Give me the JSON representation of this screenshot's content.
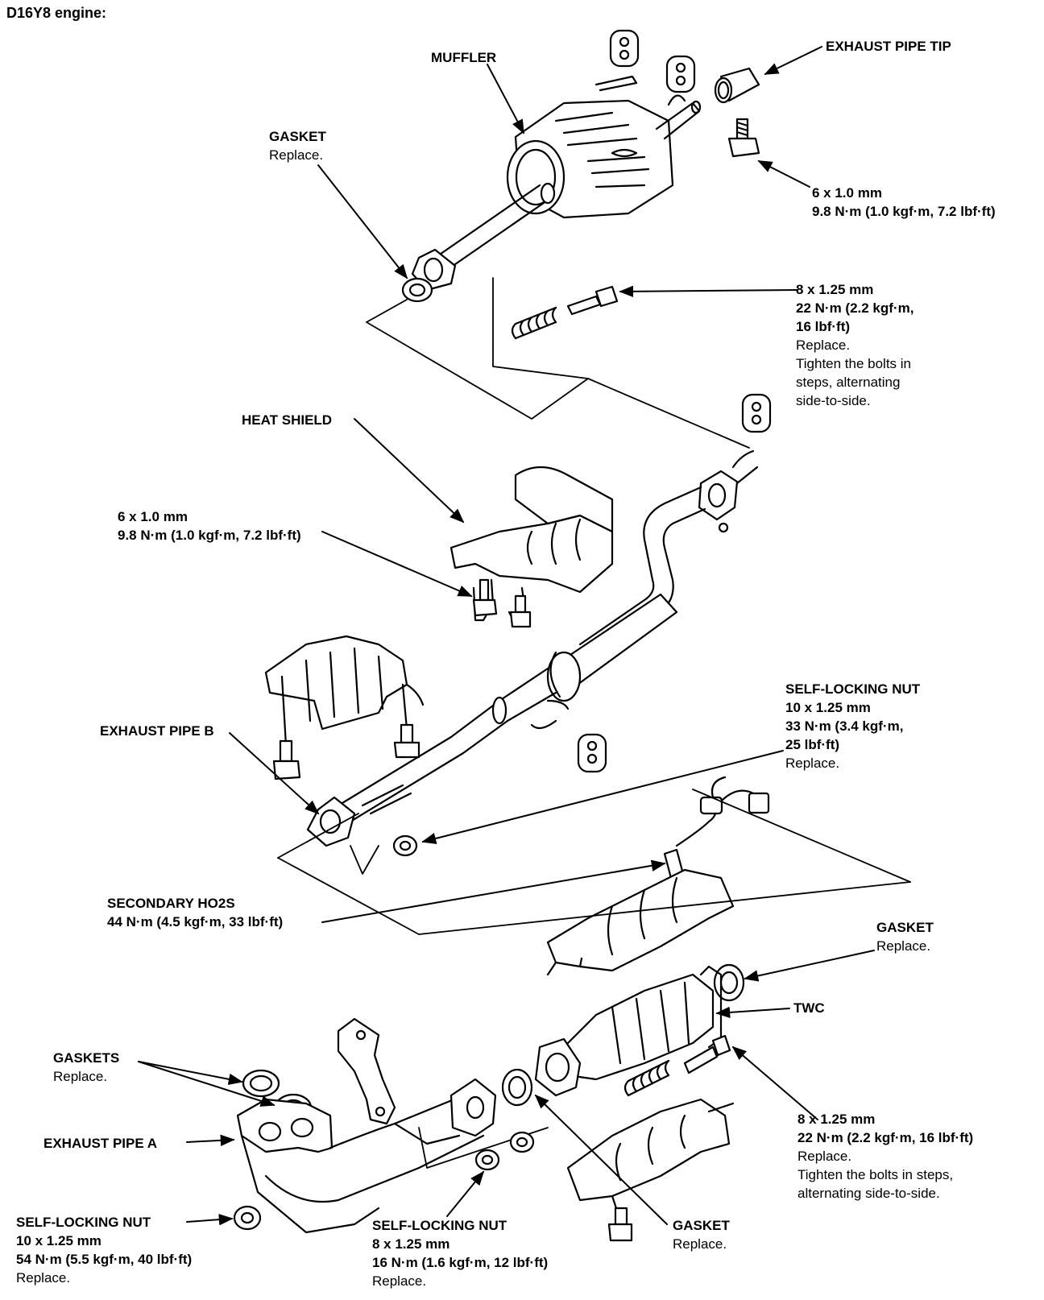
{
  "title": "D16Y8 engine:",
  "labels": {
    "muffler": "MUFFLER",
    "exhaust_pipe_tip": "EXHAUST PIPE TIP",
    "gasket_top": "GASKET",
    "gasket_top_note": "Replace.",
    "bolt_6x1_top": "6 x 1.0 mm",
    "bolt_6x1_top_torque": "9.8 N·m (1.0 kgf·m, 7.2 lbf·ft)",
    "bolt_8x125_top": "8 x 1.25 mm",
    "bolt_8x125_top_torque1": "22 N·m (2.2 kgf·m,",
    "bolt_8x125_top_torque2": "16 lbf·ft)",
    "bolt_8x125_top_note1": "Replace.",
    "bolt_8x125_top_note2": "Tighten the bolts in",
    "bolt_8x125_top_note3": "steps, alternating",
    "bolt_8x125_top_note4": "side-to-side.",
    "heat_shield": "HEAT SHIELD",
    "bolt_6x1_mid": "6 x 1.0 mm",
    "bolt_6x1_mid_torque": "9.8 N·m (1.0 kgf·m, 7.2 lbf·ft)",
    "exhaust_pipe_b": "EXHAUST PIPE B",
    "nut_mid_title": "SELF-LOCKING NUT",
    "nut_mid_size": "10 x 1.25 mm",
    "nut_mid_torque1": "33 N·m (3.4 kgf·m,",
    "nut_mid_torque2": "25 lbf·ft)",
    "nut_mid_note": "Replace.",
    "ho2s": "SECONDARY HO2S",
    "ho2s_torque": "44 N·m (4.5 kgf·m, 33 lbf·ft)",
    "gasket_right": "GASKET",
    "gasket_right_note": "Replace.",
    "twc": "TWC",
    "gaskets": "GASKETS",
    "gaskets_note": "Replace.",
    "exhaust_pipe_a": "EXHAUST PIPE A",
    "bolt_8x125_bot": "8 x 1.25 mm",
    "bolt_8x125_bot_torque": "22 N·m (2.2 kgf·m, 16 lbf·ft)",
    "bolt_8x125_bot_note1": "Replace.",
    "bolt_8x125_bot_note2": "Tighten the bolts in steps,",
    "bolt_8x125_bot_note3": "alternating side-to-side.",
    "gasket_bottom": "GASKET",
    "gasket_bottom_note": "Replace.",
    "nut_left_title": "SELF-LOCKING NUT",
    "nut_left_size": "10 x 1.25 mm",
    "nut_left_torque": "54 N·m (5.5 kgf·m, 40 lbf·ft)",
    "nut_left_note": "Replace.",
    "nut_center_title": "SELF-LOCKING NUT",
    "nut_center_size": "8 x 1.25 mm",
    "nut_center_torque": "16 N·m (1.6 kgf·m, 12 lbf·ft)",
    "nut_center_note": "Replace."
  }
}
